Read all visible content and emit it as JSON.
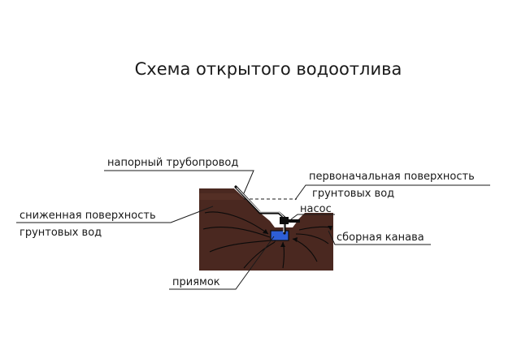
{
  "diagram": {
    "title": "Схема открытого водоотлива",
    "labels": {
      "pressure_pipeline": "напорный трубопровод",
      "initial_surface_line1": "первоначальная поверхность",
      "initial_surface_line2": "грунтовых вод",
      "lowered_surface_line1": "сниженная поверхность",
      "lowered_surface_line2": "грунтовых вод",
      "pump": "насос",
      "collecting_ditch": "сборная канава",
      "sump": "приямок"
    },
    "colors": {
      "soil": "#4a2820",
      "soil_highlight": "#5c332a",
      "water": "#2e5fd6",
      "pipe": "#0d0d0d",
      "leader": "#1a1a1a",
      "flow_line": "#0a0a0a"
    }
  }
}
